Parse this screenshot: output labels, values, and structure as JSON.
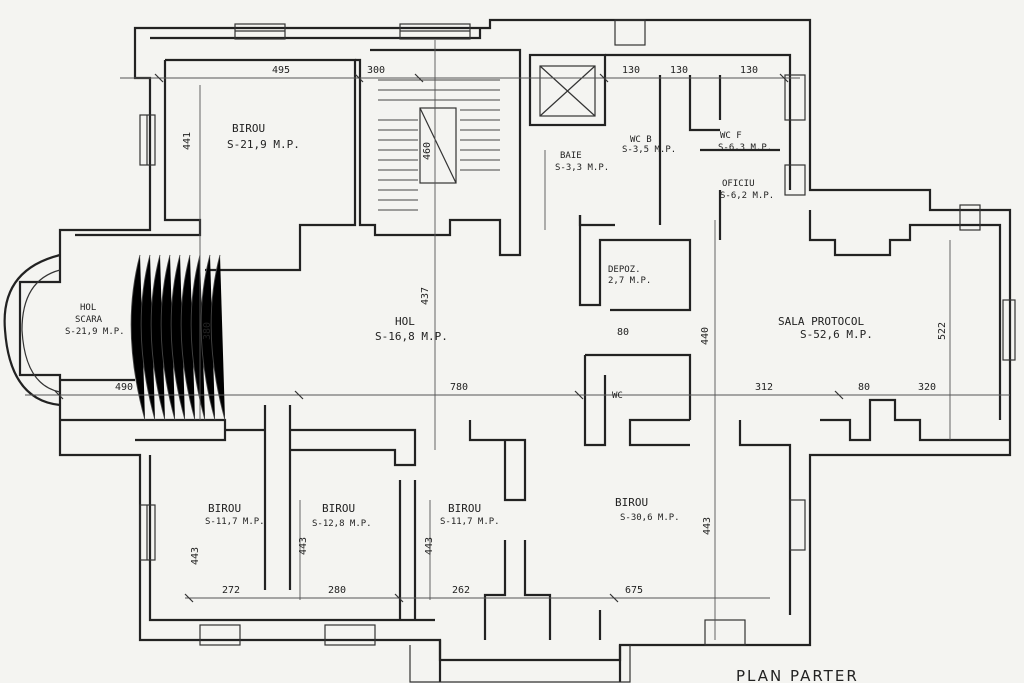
{
  "plan_title": "PLAN PARTER",
  "rooms": [
    {
      "name": "BIROU",
      "area": "S-21,9 M.P."
    },
    {
      "name": "HOL SCARA",
      "area": "S-21,9 M.P."
    },
    {
      "name": "HOL",
      "area": "S-16,8 M.P."
    },
    {
      "name": "BAIE",
      "area": "S-3,3 M.P."
    },
    {
      "name": "WC B",
      "area": "S-3,5 M.P."
    },
    {
      "name": "WC F",
      "area": "S-6,3 M.P."
    },
    {
      "name": "OFICIU",
      "area": "S-6,2 M.P."
    },
    {
      "name": "SALA PROTOCOL",
      "area": "S-52,6 M.P."
    },
    {
      "name": "WC",
      "area": ""
    },
    {
      "name": "BIROU",
      "area": "S-11,7 M.P."
    },
    {
      "name": "BIROU",
      "area": "S-12,8 M.P."
    },
    {
      "name": "BIROU",
      "area": "S-11,7 M.P."
    },
    {
      "name": "BIROU",
      "area": "S-30,6 M.P."
    },
    {
      "name": "DEPOZ.",
      "area": "2,7 M.P."
    }
  ],
  "dimensions": [
    "495",
    "300",
    "130",
    "130",
    "130",
    "441",
    "460",
    "380",
    "437",
    "440",
    "490",
    "780",
    "312",
    "80",
    "320",
    "522",
    "443",
    "443",
    "443",
    "443",
    "272",
    "280",
    "262",
    "675",
    "80"
  ]
}
